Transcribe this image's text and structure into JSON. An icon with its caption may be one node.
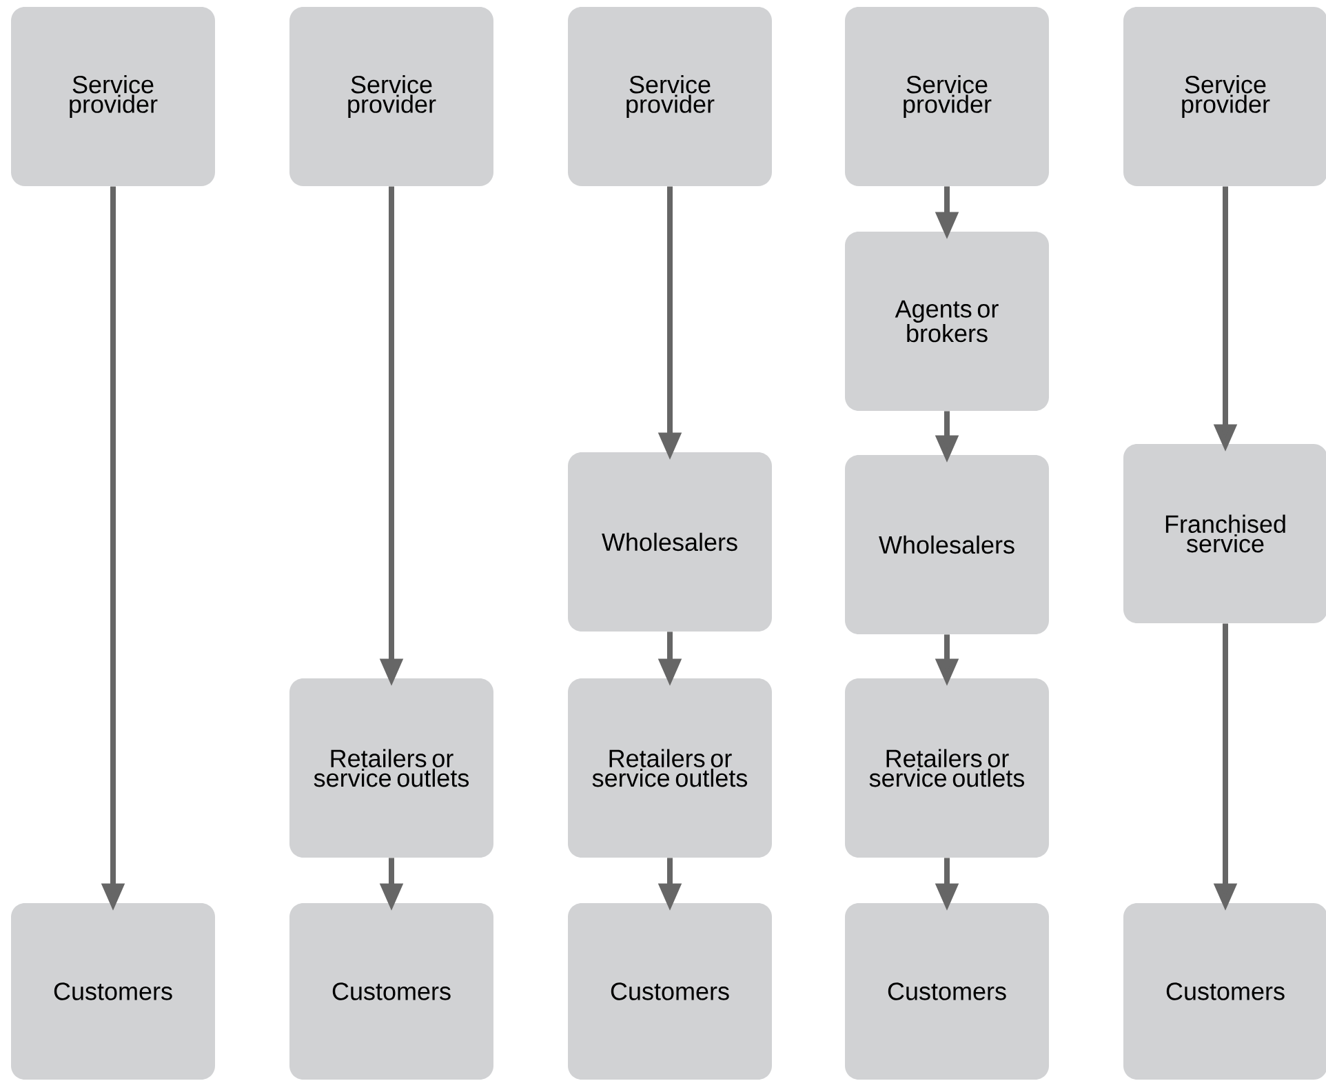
{
  "diagram": {
    "nodes": [
      {
        "text": [
          "Service provider"
        ]
      },
      {
        "text": [
          "Customers"
        ]
      },
      {
        "text": [
          "Service provider"
        ]
      },
      {
        "text": [
          "Retailers or service outlets"
        ]
      },
      {
        "text": [
          "Customers"
        ]
      },
      {
        "text": [
          "Service provider"
        ]
      },
      {
        "text": [
          "Wholesalers"
        ]
      },
      {
        "text": [
          "Retailers or service outlets"
        ]
      },
      {
        "text": [
          "Customers"
        ]
      },
      {
        "text": [
          "Service provider"
        ]
      },
      {
        "text": [
          "Agents or brokers"
        ]
      },
      {
        "text": [
          "Wholesalers"
        ]
      },
      {
        "text": [
          "Retailers or service outlets"
        ]
      },
      {
        "text": [
          "Customers"
        ]
      },
      {
        "text": [
          "Service provider"
        ]
      },
      {
        "text": [
          "Franchised service"
        ]
      },
      {
        "text": [
          "Customers"
        ]
      }
    ],
    "edges": [
      {
        "from": 0,
        "to": 1,
        "arrow": "to"
      },
      {
        "from": 2,
        "to": 3,
        "arrow": "to"
      },
      {
        "from": 3,
        "to": 4,
        "arrow": "to"
      },
      {
        "from": 5,
        "to": 6,
        "arrow": "to"
      },
      {
        "from": 6,
        "to": 7,
        "arrow": "to"
      },
      {
        "from": 7,
        "to": 8,
        "arrow": "to"
      },
      {
        "from": 9,
        "to": 10,
        "arrow": "to"
      },
      {
        "from": 10,
        "to": 11,
        "arrow": "to"
      },
      {
        "from": 11,
        "to": 12,
        "arrow": "to"
      },
      {
        "from": 12,
        "to": 13,
        "arrow": "to"
      },
      {
        "from": 14,
        "to": 15,
        "arrow": "to"
      },
      {
        "from": 15,
        "to": 16,
        "arrow": "to"
      }
    ]
  }
}
